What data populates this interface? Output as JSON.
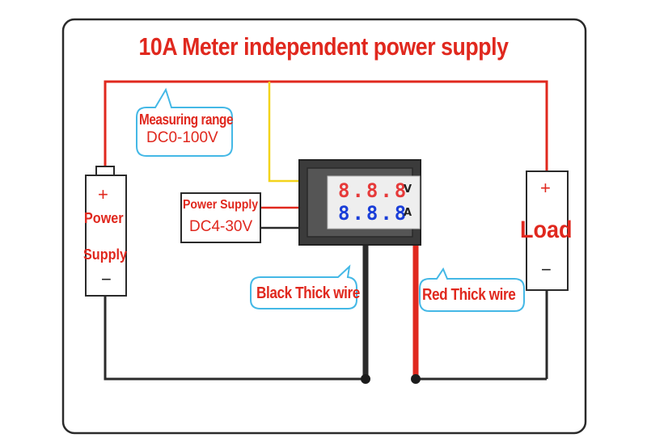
{
  "title": "10A Meter independent power supply",
  "measuring_range": {
    "label": "Measuring range",
    "value": "DC0-100V"
  },
  "power_supply_meter": {
    "label": "Power Supply",
    "value": "DC4-30V"
  },
  "battery": {
    "plus": "+",
    "label_line1": "Power",
    "label_line2": "Supply",
    "minus": "−"
  },
  "load": {
    "plus": "+",
    "label": "Load",
    "minus": "−"
  },
  "meter": {
    "voltage_digits": "8.8.8",
    "voltage_unit": "V",
    "current_digits": "8.8.8",
    "current_unit": "A"
  },
  "wires": {
    "black_label": "Black Thick wire",
    "red_label": "Red Thick wire"
  },
  "colors": {
    "red_wire": "#e0281e",
    "yellow_wire": "#f3d31b",
    "black_wire": "#2a2a2a",
    "bubble_outline": "#44b8e6",
    "voltage_display": "#e63a3a",
    "current_display": "#1a3ed8"
  }
}
